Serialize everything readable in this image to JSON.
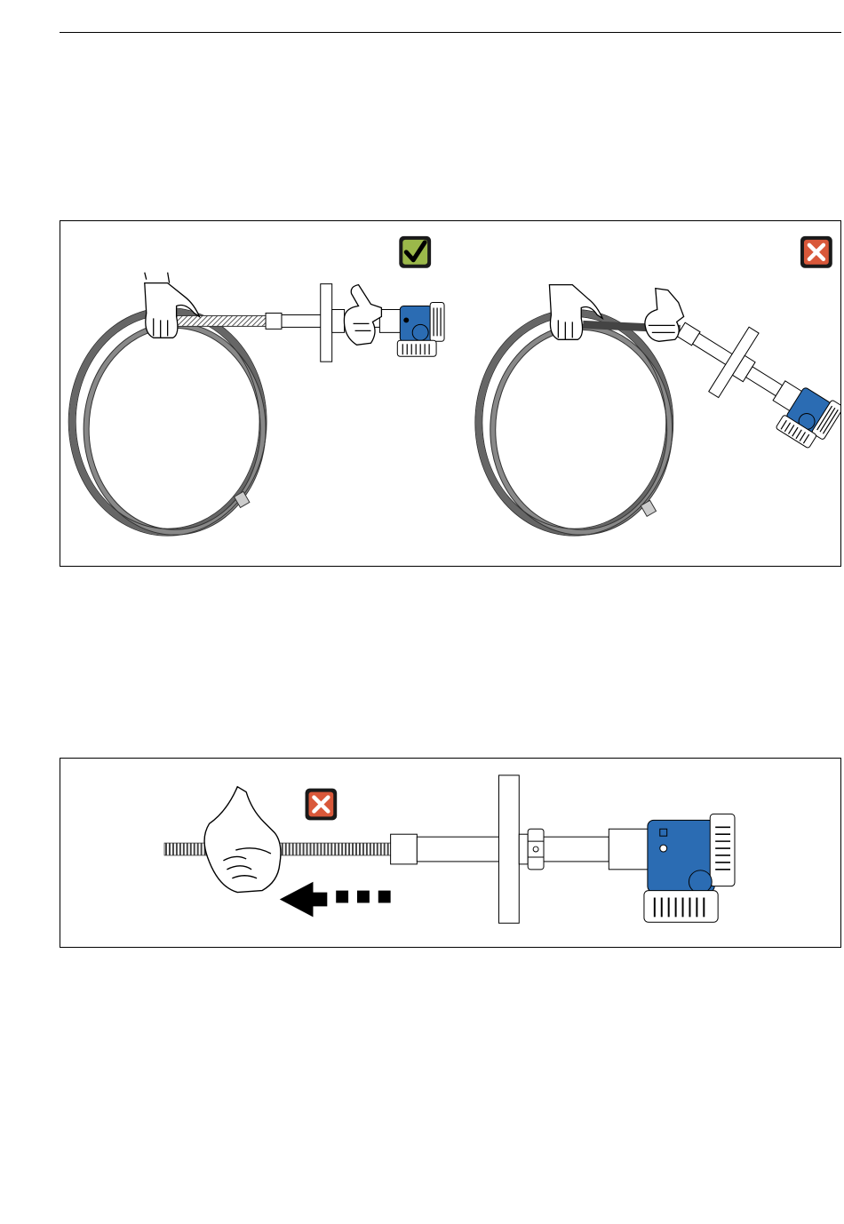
{
  "document": {
    "figures": [
      {
        "id": "fig1",
        "panels": [
          {
            "side": "left",
            "verdict": "correct",
            "icon": "check-icon"
          },
          {
            "side": "right",
            "verdict": "incorrect",
            "icon": "cross-icon"
          }
        ]
      },
      {
        "id": "fig2",
        "panels": [
          {
            "verdict": "incorrect",
            "icon": "cross-icon",
            "arrow": "left-arrow-icon"
          }
        ]
      }
    ],
    "colors": {
      "ok": "#9bb84a",
      "not_ok": "#d9583a",
      "housing_blue": "#2b6cb3",
      "line": "#000000"
    }
  }
}
